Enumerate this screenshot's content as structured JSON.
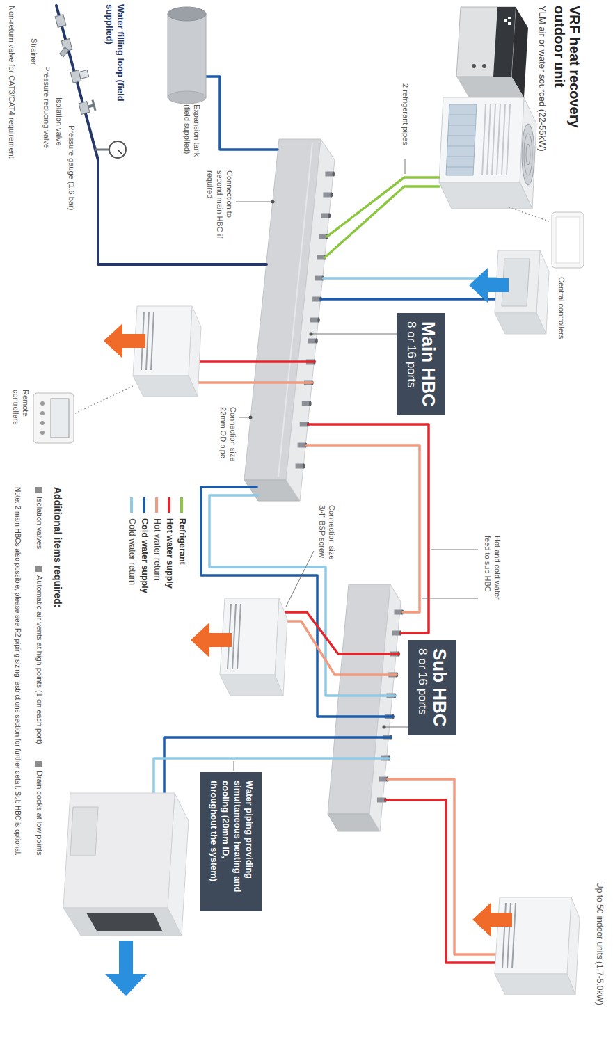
{
  "diagram": {
    "nodes": [
      {
        "text": [
          "Main HBC",
          "8 or 16 ports"
        ]
      },
      {
        "text": [
          "Sub HBC",
          "8 or 16 ports"
        ]
      },
      {
        "text": [
          "Water piping providing simultaneous heating and cooling (20mm ID, throughout the system)"
        ]
      }
    ],
    "labels": [
      "VRF heat recovery outdoor unit",
      "YLM air or water sourced (22-55kW)",
      "Central controllers",
      "2 refrigerant pipes",
      "Hot and cold water feed to sub HBC",
      "Up to 50 indoor units (1.7-5.0kW)",
      "Expansion tank (field supplied)",
      "Connection to second main HBC if required",
      "Connection size 22mm OD pipe",
      "Connection size 3/4\" BSP screw",
      "Water filling loop (field supplied)",
      "Pressure gauge (1.6 bar)",
      "Isolation valve",
      "Pressure reducing valve",
      "Strainer",
      "Non-return valve for CAT3/CAT4 requirement",
      "Remote controllers",
      "Additional items required:",
      "Isolation valves",
      "Automatic air vents at high points (1 on each port)",
      "Drain cocks at low points",
      "Note: 2 main HBCs also possible, please see R2 piping sizing restrictions section for further detail. Sub HBC is optional."
    ],
    "legend": [
      {
        "text": "Refrigerant",
        "color": "#8cc63f"
      },
      {
        "text": "Hot water supply",
        "color": "#e3262b"
      },
      {
        "text": "Hot water return",
        "color": "#f29a7e"
      },
      {
        "text": "Cold water supply",
        "color": "#1d5aa8"
      },
      {
        "text": "Cold water return",
        "color": "#8ecae6"
      }
    ]
  }
}
